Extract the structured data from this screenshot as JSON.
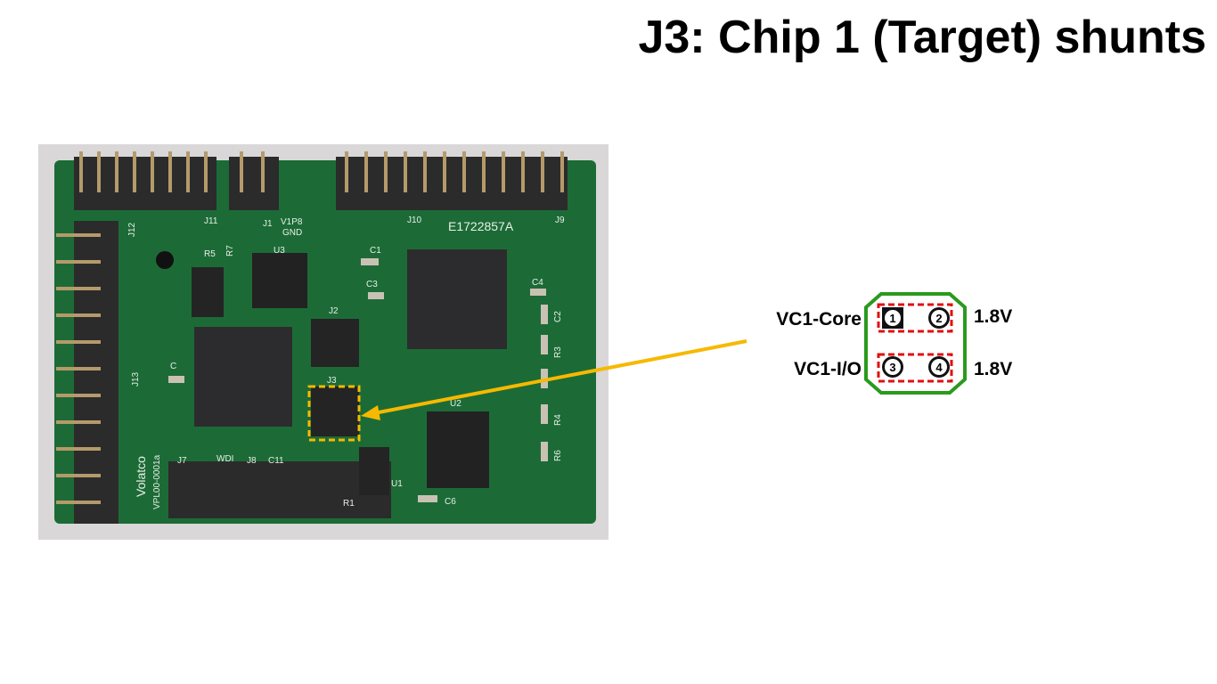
{
  "title": "J3: Chip 1 (Target) shunts",
  "board": {
    "silkscreen": {
      "j11": "J11",
      "j1": "J1",
      "v1p8": "V1P8",
      "gnd": "GND",
      "j10": "J10",
      "serial": "E1722857A",
      "j9": "J9",
      "j12": "J12",
      "r5": "R5",
      "r7": "R7",
      "u3": "U3",
      "c1": "C1",
      "c3": "C3",
      "c4": "C4",
      "c2": "C2",
      "j2": "J2",
      "r3": "R3",
      "c": "C",
      "j13": "J13",
      "j3": "J3",
      "u2": "U2",
      "r4": "R4",
      "r6": "R6",
      "brand": "Volatco",
      "part": "VPL00-0001a",
      "j7": "J7",
      "wdi": "WDI",
      "j8": "J8",
      "c11": "C11",
      "u1": "U1",
      "r1": "R1",
      "c6": "C6"
    }
  },
  "jumper": {
    "pins": [
      "1",
      "2",
      "3",
      "4"
    ],
    "rows": [
      {
        "label": "VC1-Core",
        "voltage": "1.8V"
      },
      {
        "label": "VC1-I/O",
        "voltage": "1.8V"
      }
    ]
  },
  "colors": {
    "highlight": "#f6b900",
    "pcb": "#1c6b36",
    "outline": "#2a9a1e",
    "shunt": "#e01010"
  }
}
